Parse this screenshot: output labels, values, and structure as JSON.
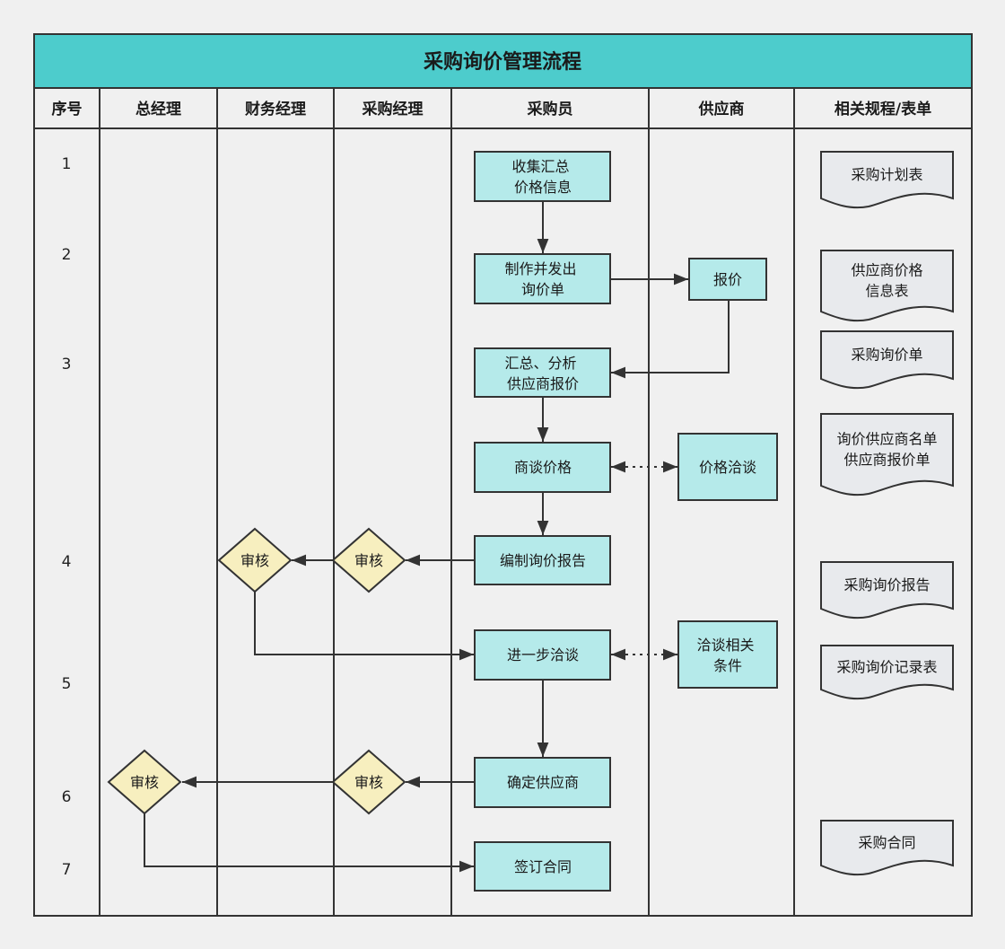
{
  "title": "采购询价管理流程",
  "headers": [
    "序号",
    "总经理",
    "财务经理",
    "采购经理",
    "采购员",
    "供应商",
    "相关规程/表单"
  ],
  "row_numbers": [
    "1",
    "2",
    "3",
    "4",
    "5",
    "6",
    "7"
  ],
  "nodes": {
    "collect": {
      "lines": [
        "收集汇总",
        "价格信息"
      ]
    },
    "make_inquiry": {
      "lines": [
        "制作并发出",
        "询价单"
      ]
    },
    "quote": {
      "lines": [
        "报价"
      ]
    },
    "analyze": {
      "lines": [
        "汇总、分析",
        "供应商报价"
      ]
    },
    "negotiate": {
      "lines": [
        "商谈价格"
      ]
    },
    "price_talk": {
      "lines": [
        "价格洽谈"
      ]
    },
    "report": {
      "lines": [
        "编制询价报告"
      ]
    },
    "review_pm1": {
      "lines": [
        "审核"
      ]
    },
    "review_fin": {
      "lines": [
        "审核"
      ]
    },
    "further": {
      "lines": [
        "进一步洽谈"
      ]
    },
    "terms": {
      "lines": [
        "洽谈相关",
        "条件"
      ]
    },
    "confirm": {
      "lines": [
        "确定供应商"
      ]
    },
    "review_pm2": {
      "lines": [
        "审核"
      ]
    },
    "review_gm": {
      "lines": [
        "审核"
      ]
    },
    "sign": {
      "lines": [
        "签订合同"
      ]
    }
  },
  "documents": [
    {
      "lines": [
        "采购计划表"
      ]
    },
    {
      "lines": [
        "供应商价格",
        "信息表"
      ]
    },
    {
      "lines": [
        "采购询价单"
      ]
    },
    {
      "lines": [
        "询价供应商名单",
        "供应商报价单"
      ]
    },
    {
      "lines": [
        "采购询价报告"
      ]
    },
    {
      "lines": [
        "采购询价记录表"
      ]
    },
    {
      "lines": [
        "采购合同"
      ]
    }
  ],
  "colors": {
    "title_bg": "#4dcccc",
    "process_fill": "#b5eaea",
    "decision_fill": "#f7efbf",
    "document_fill": "#e8eaed",
    "line": "#333333",
    "background": "#f0f0f0"
  }
}
